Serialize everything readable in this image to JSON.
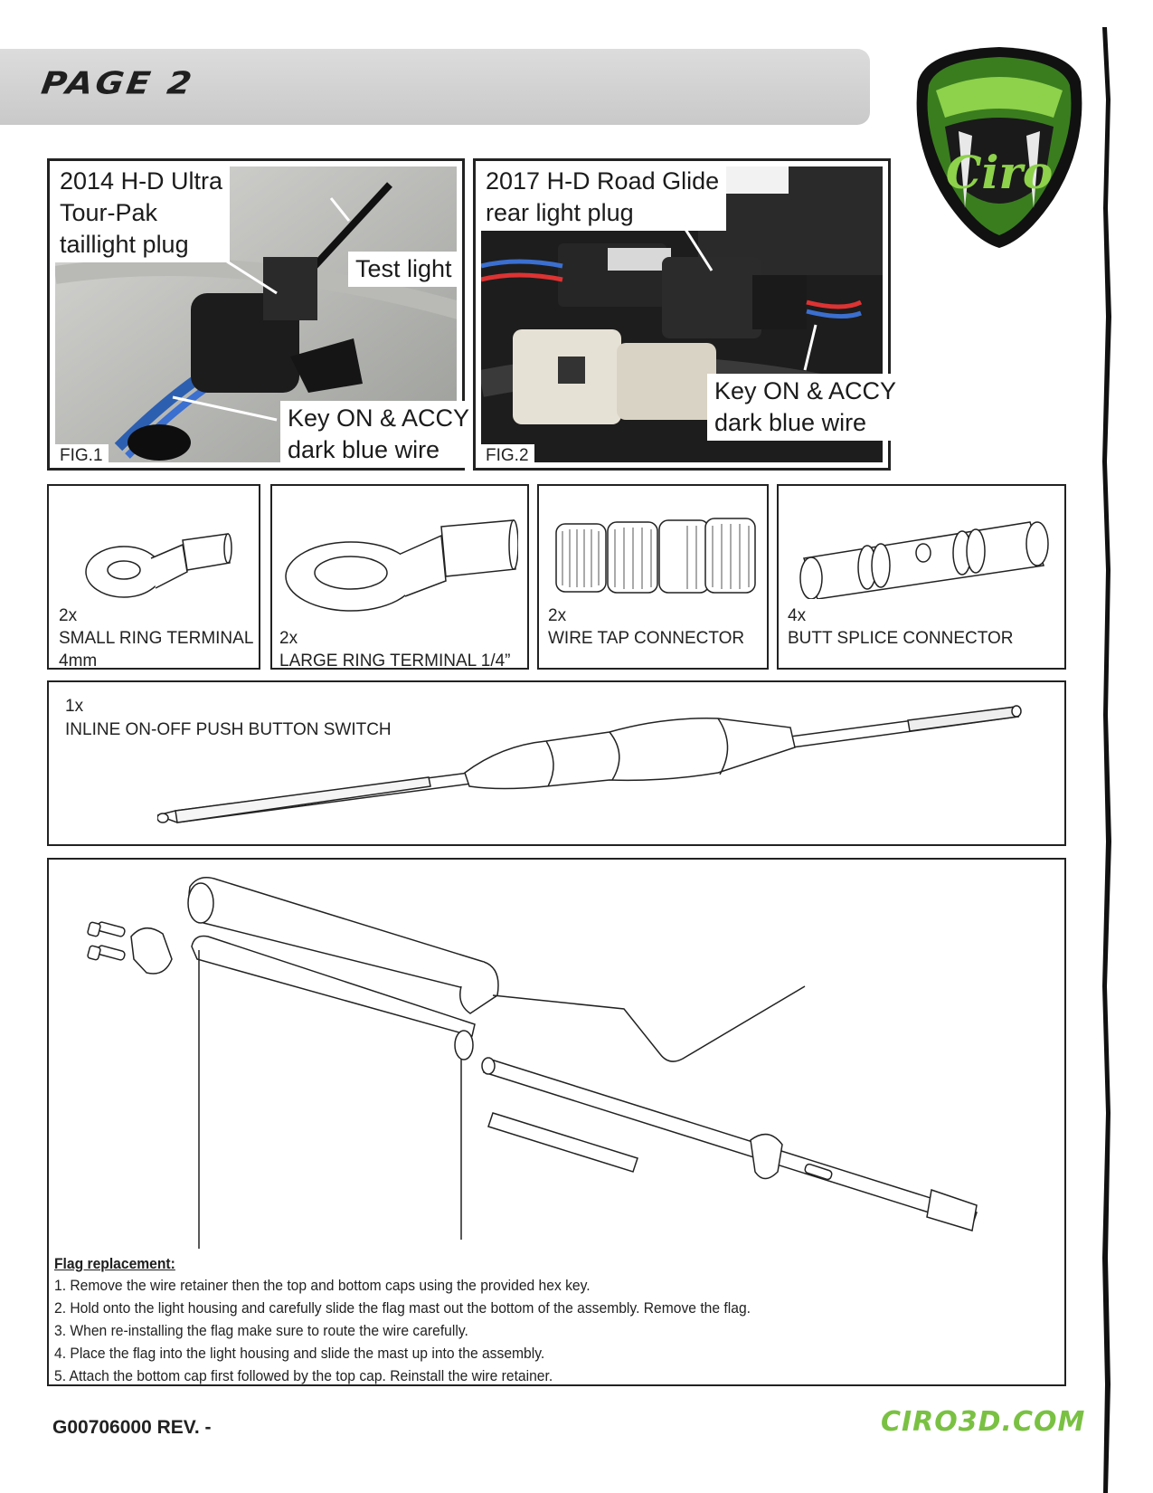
{
  "header": {
    "title": "PAGE 2"
  },
  "logo": {
    "text": "Ciro",
    "accent_color": "#7ac143"
  },
  "fig1": {
    "title_lines": [
      "2014 H-D Ultra",
      "Tour-Pak",
      "taillight plug"
    ],
    "test_light": "Test light",
    "wire_lines": [
      "Key ON & ACCY",
      "dark blue wire"
    ],
    "label": "FIG.1"
  },
  "fig2": {
    "title_lines": [
      "2017 H-D Road Glide",
      "rear light plug"
    ],
    "wire_lines": [
      "Key ON & ACCY",
      "dark blue wire"
    ],
    "label": "FIG.2"
  },
  "parts": [
    {
      "qty": "2x",
      "lines": [
        "SMALL RING TERMINAL",
        "4mm"
      ],
      "icon": "small-ring-terminal-icon"
    },
    {
      "qty": "2x",
      "lines": [
        "LARGE RING TERMINAL  1/4”"
      ],
      "icon": "large-ring-terminal-icon"
    },
    {
      "qty": "2x",
      "lines": [
        "WIRE TAP CONNECTOR"
      ],
      "icon": "wire-tap-connector-icon"
    },
    {
      "qty": "4x",
      "lines": [
        "BUTT SPLICE CONNECTOR"
      ],
      "icon": "butt-splice-connector-icon"
    }
  ],
  "switch": {
    "qty": "1x",
    "label": "INLINE ON-OFF PUSH BUTTON SWITCH",
    "icon": "push-button-switch-icon"
  },
  "instructions": {
    "title": "Flag replacement:",
    "steps": [
      "1. Remove the wire retainer then the top and bottom caps using the provided hex key.",
      "2. Hold onto the light housing and carefully slide the flag mast out the bottom of the assembly.  Remove the flag.",
      "3. When re-installing the flag make sure to route the wire carefully.",
      "4. Place the flag into the light housing and slide the mast up into the assembly.",
      "5. Attach the bottom cap first followed by the top cap. Reinstall the wire retainer."
    ]
  },
  "footer": {
    "code": "G00706000 REV. -",
    "url": "CIRO3D.COM"
  }
}
